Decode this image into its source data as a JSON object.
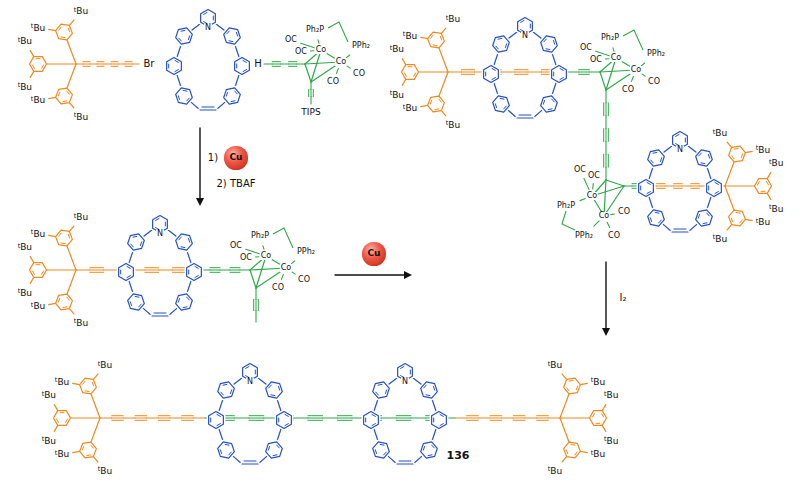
{
  "diagram": {
    "nodes": [
      {
        "text": [
          "Cu"
        ]
      },
      {
        "text": [
          "Cu"
        ]
      }
    ],
    "labels": [
      "tBu",
      "tBu",
      "tBu",
      "tBu",
      "tBu",
      "tBu",
      "Br",
      "N",
      "H",
      "OC",
      "Ph₂P",
      "OC",
      "Co",
      "PPh₂",
      "Co",
      "CO",
      "CO",
      "TIPS",
      "1)",
      "2) TBAF",
      "tBu",
      "tBu",
      "tBu",
      "tBu",
      "tBu",
      "tBu",
      "N",
      "OC",
      "Ph₂P",
      "OC",
      "Co",
      "PPh₂",
      "Co",
      "CO",
      "CO",
      "tBu",
      "tBu",
      "tBu",
      "tBu",
      "tBu",
      "tBu",
      "N",
      "OC",
      "Ph₂P",
      "OC",
      "Co",
      "PPh₂",
      "Co",
      "CO",
      "CO",
      "OC",
      "Ph₂P",
      "OC",
      "Co",
      "PPh₂",
      "Co",
      "CO",
      "CO",
      "N",
      "tBu",
      "tBu",
      "tBu",
      "tBu",
      "tBu",
      "tBu",
      "I₂",
      "tBu",
      "tBu",
      "tBu",
      "tBu",
      "tBu",
      "tBu",
      "N",
      "N",
      "tBu",
      "tBu",
      "tBu",
      "tBu",
      "tBu",
      "tBu",
      "136"
    ]
  }
}
